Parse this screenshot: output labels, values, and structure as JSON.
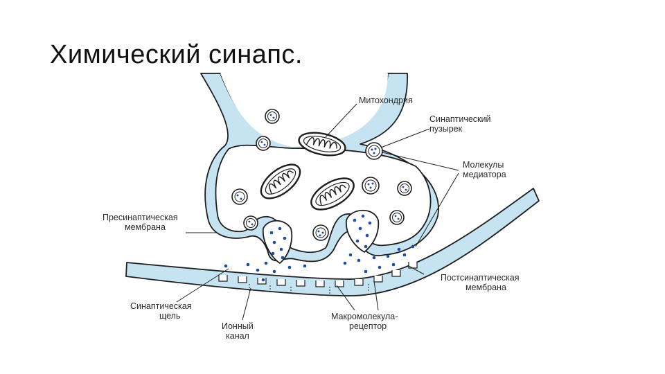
{
  "slide": {
    "title": "Химический синапс."
  },
  "colors": {
    "membrane": "#c6e3f2",
    "outline": "#1d1d1d",
    "mediator": "#1f4e9c",
    "background": "#ffffff"
  },
  "labels": {
    "mitochondria": "Митохондрия",
    "synaptic_vesicle_1": "Синаптический",
    "synaptic_vesicle_2": "пузырек",
    "mediator_molecules_1": "Молекулы",
    "mediator_molecules_2": "медиатора",
    "presynaptic_membrane_1": "Пресинаптическая",
    "presynaptic_membrane_2": "мембрана",
    "postsynaptic_membrane_1": "Постсинаптическая",
    "postsynaptic_membrane_2": "мембрана",
    "synaptic_cleft_1": "Синаптическая",
    "synaptic_cleft_2": "щель",
    "ion_channel_1": "Ионный",
    "ion_channel_2": "канал",
    "receptor_1": "Макромолекула-",
    "receptor_2": "рецептор"
  }
}
